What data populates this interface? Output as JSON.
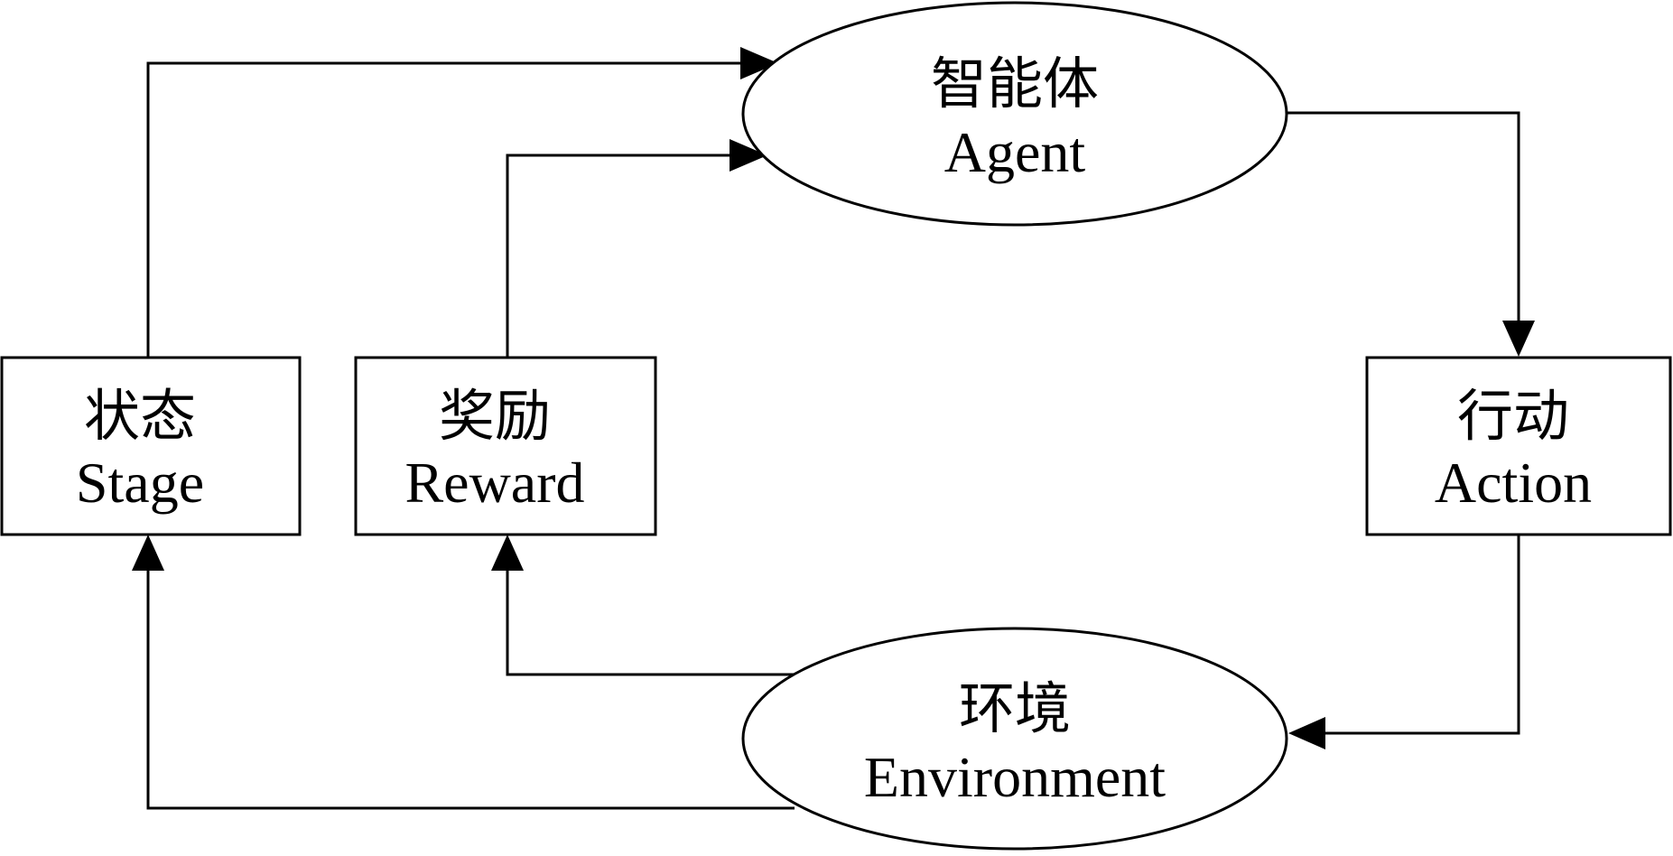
{
  "diagram": {
    "nodes": {
      "agent": {
        "zh": "智能体",
        "en": "Agent"
      },
      "state": {
        "zh": "状态",
        "en": "Stage"
      },
      "reward": {
        "zh": "奖励",
        "en": "Reward"
      },
      "action": {
        "zh": "行动",
        "en": "Action"
      },
      "environment": {
        "zh": "环境",
        "en": "Environment"
      }
    },
    "edges": [
      {
        "from": "state",
        "to": "agent"
      },
      {
        "from": "reward",
        "to": "agent"
      },
      {
        "from": "agent",
        "to": "action"
      },
      {
        "from": "action",
        "to": "environment"
      },
      {
        "from": "environment",
        "to": "reward"
      },
      {
        "from": "environment",
        "to": "state"
      }
    ]
  }
}
